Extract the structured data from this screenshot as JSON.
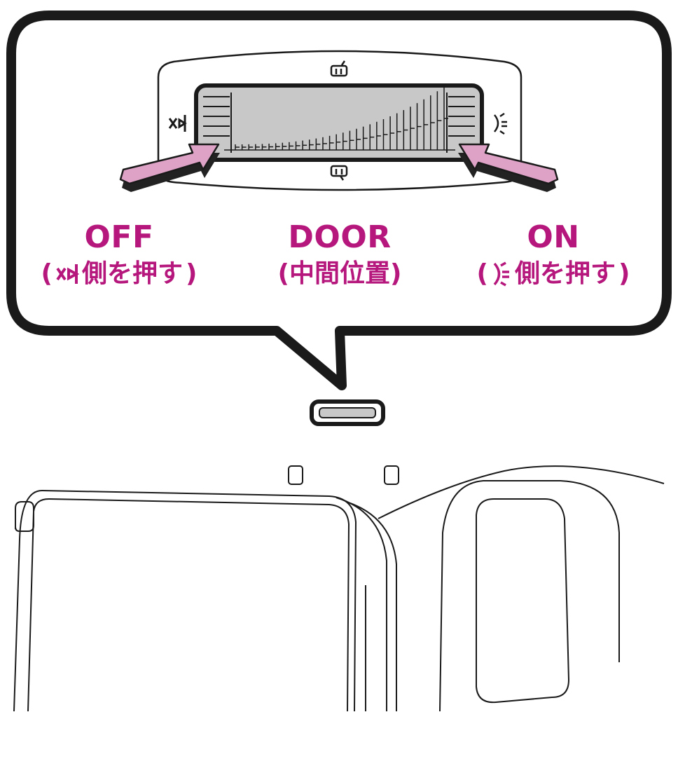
{
  "labels": {
    "off": {
      "main": "OFF",
      "paren_open": "(",
      "text": "側を押す",
      "paren_close": ")",
      "icon": "sound-off-icon"
    },
    "door": {
      "main": "DOOR",
      "sub": "(中間位置)"
    },
    "on": {
      "main": "ON",
      "paren_open": "(",
      "text": "側を押す",
      "paren_close": ")",
      "icon": "light-on-icon"
    }
  },
  "colors": {
    "accent_magenta": "#b5177c",
    "arrow_fill": "#dea2c6",
    "lens_fill": "#c8c8c8",
    "line": "#1a1a1a"
  },
  "icons": {
    "top": "door-open-icon",
    "bottom": "door-closed-icon",
    "left": "sound-off-icon",
    "right": "light-on-icon"
  }
}
